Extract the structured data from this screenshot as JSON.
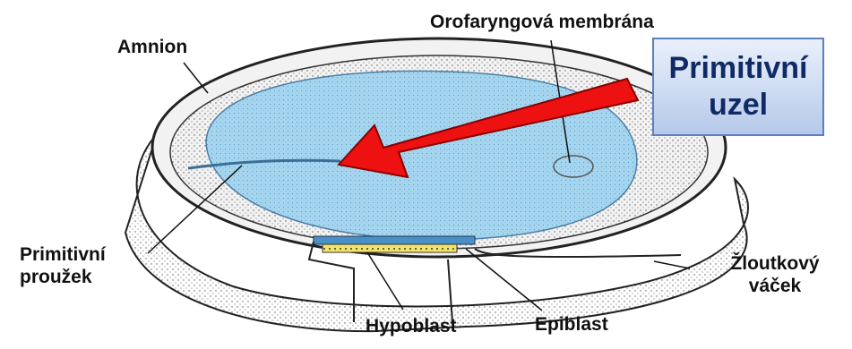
{
  "labels": {
    "amnion": "Amnion",
    "orofaryngova_membrana": "Orofaryngová membrána",
    "primitivni_prouzek": "Primitivní proužek",
    "zloutkovy_vacek": "Žloutkový váček",
    "hypoblast": "Hypoblast",
    "epiblast": "Epiblast"
  },
  "callout": {
    "text": "Primitivní uzel"
  },
  "colors": {
    "embryonic_disc": "#9fd3ec",
    "arrow": "#ee1111",
    "callout_border": "#5b7fbf",
    "yolk_layer": "#f4e46a",
    "epiblast_layer": "#4a90c8"
  }
}
